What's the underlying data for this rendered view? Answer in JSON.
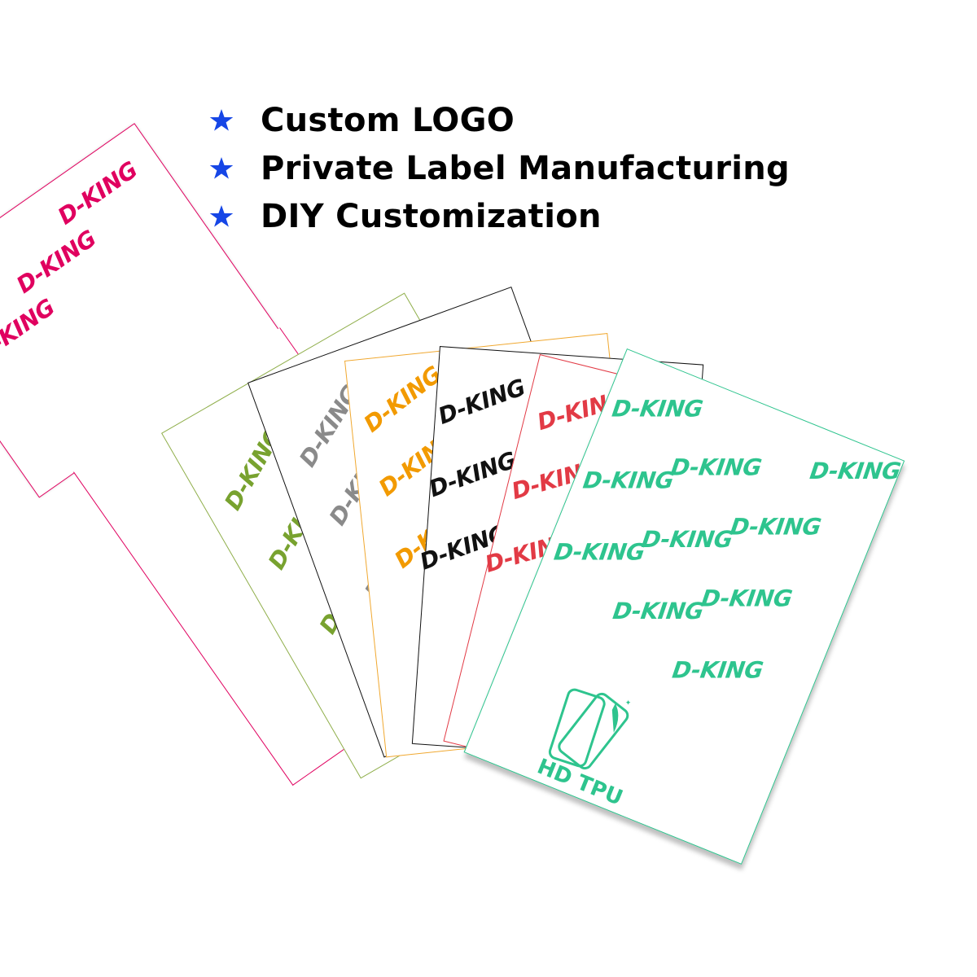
{
  "bullets": {
    "star_color": "#1646e6",
    "items": [
      {
        "label": "Custom LOGO"
      },
      {
        "label": "Private Label Manufacturing"
      },
      {
        "label": "DIY Customization"
      }
    ]
  },
  "sheets": {
    "watermark": "D-KING",
    "colors": {
      "magenta": "#e0005f",
      "olive": "#78a22f",
      "gray": "#8a8a8a",
      "orange": "#f29a00",
      "black": "#111111",
      "red": "#e23a45",
      "teal": "#2ec48e"
    },
    "front": {
      "watermark": "D-KING",
      "badge_label": "HD TPU",
      "icon": "phone-screen-protector-icon"
    }
  }
}
